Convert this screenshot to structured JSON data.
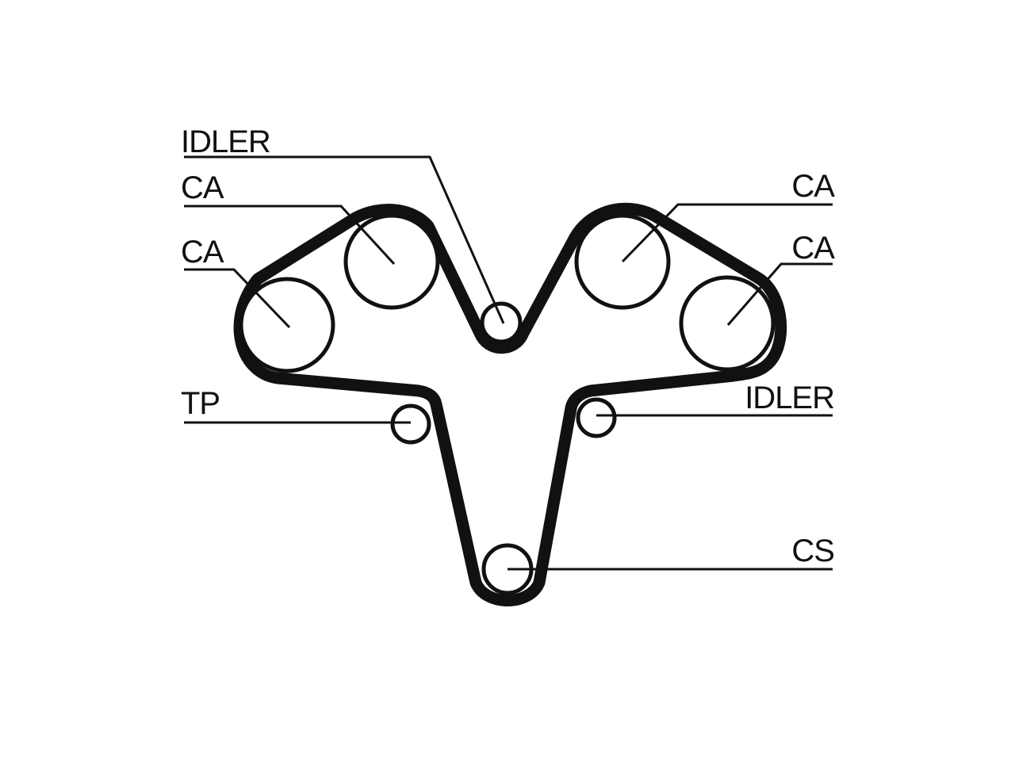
{
  "labels": {
    "idler_top": "IDLER",
    "ca_left_top": "CA",
    "ca_left_mid": "CA",
    "tp": "TP",
    "ca_right_top": "CA",
    "ca_right_mid": "CA",
    "idler_right": "IDLER",
    "cs": "CS"
  },
  "colors": {
    "ink": "#111111",
    "background": "#ffffff"
  }
}
